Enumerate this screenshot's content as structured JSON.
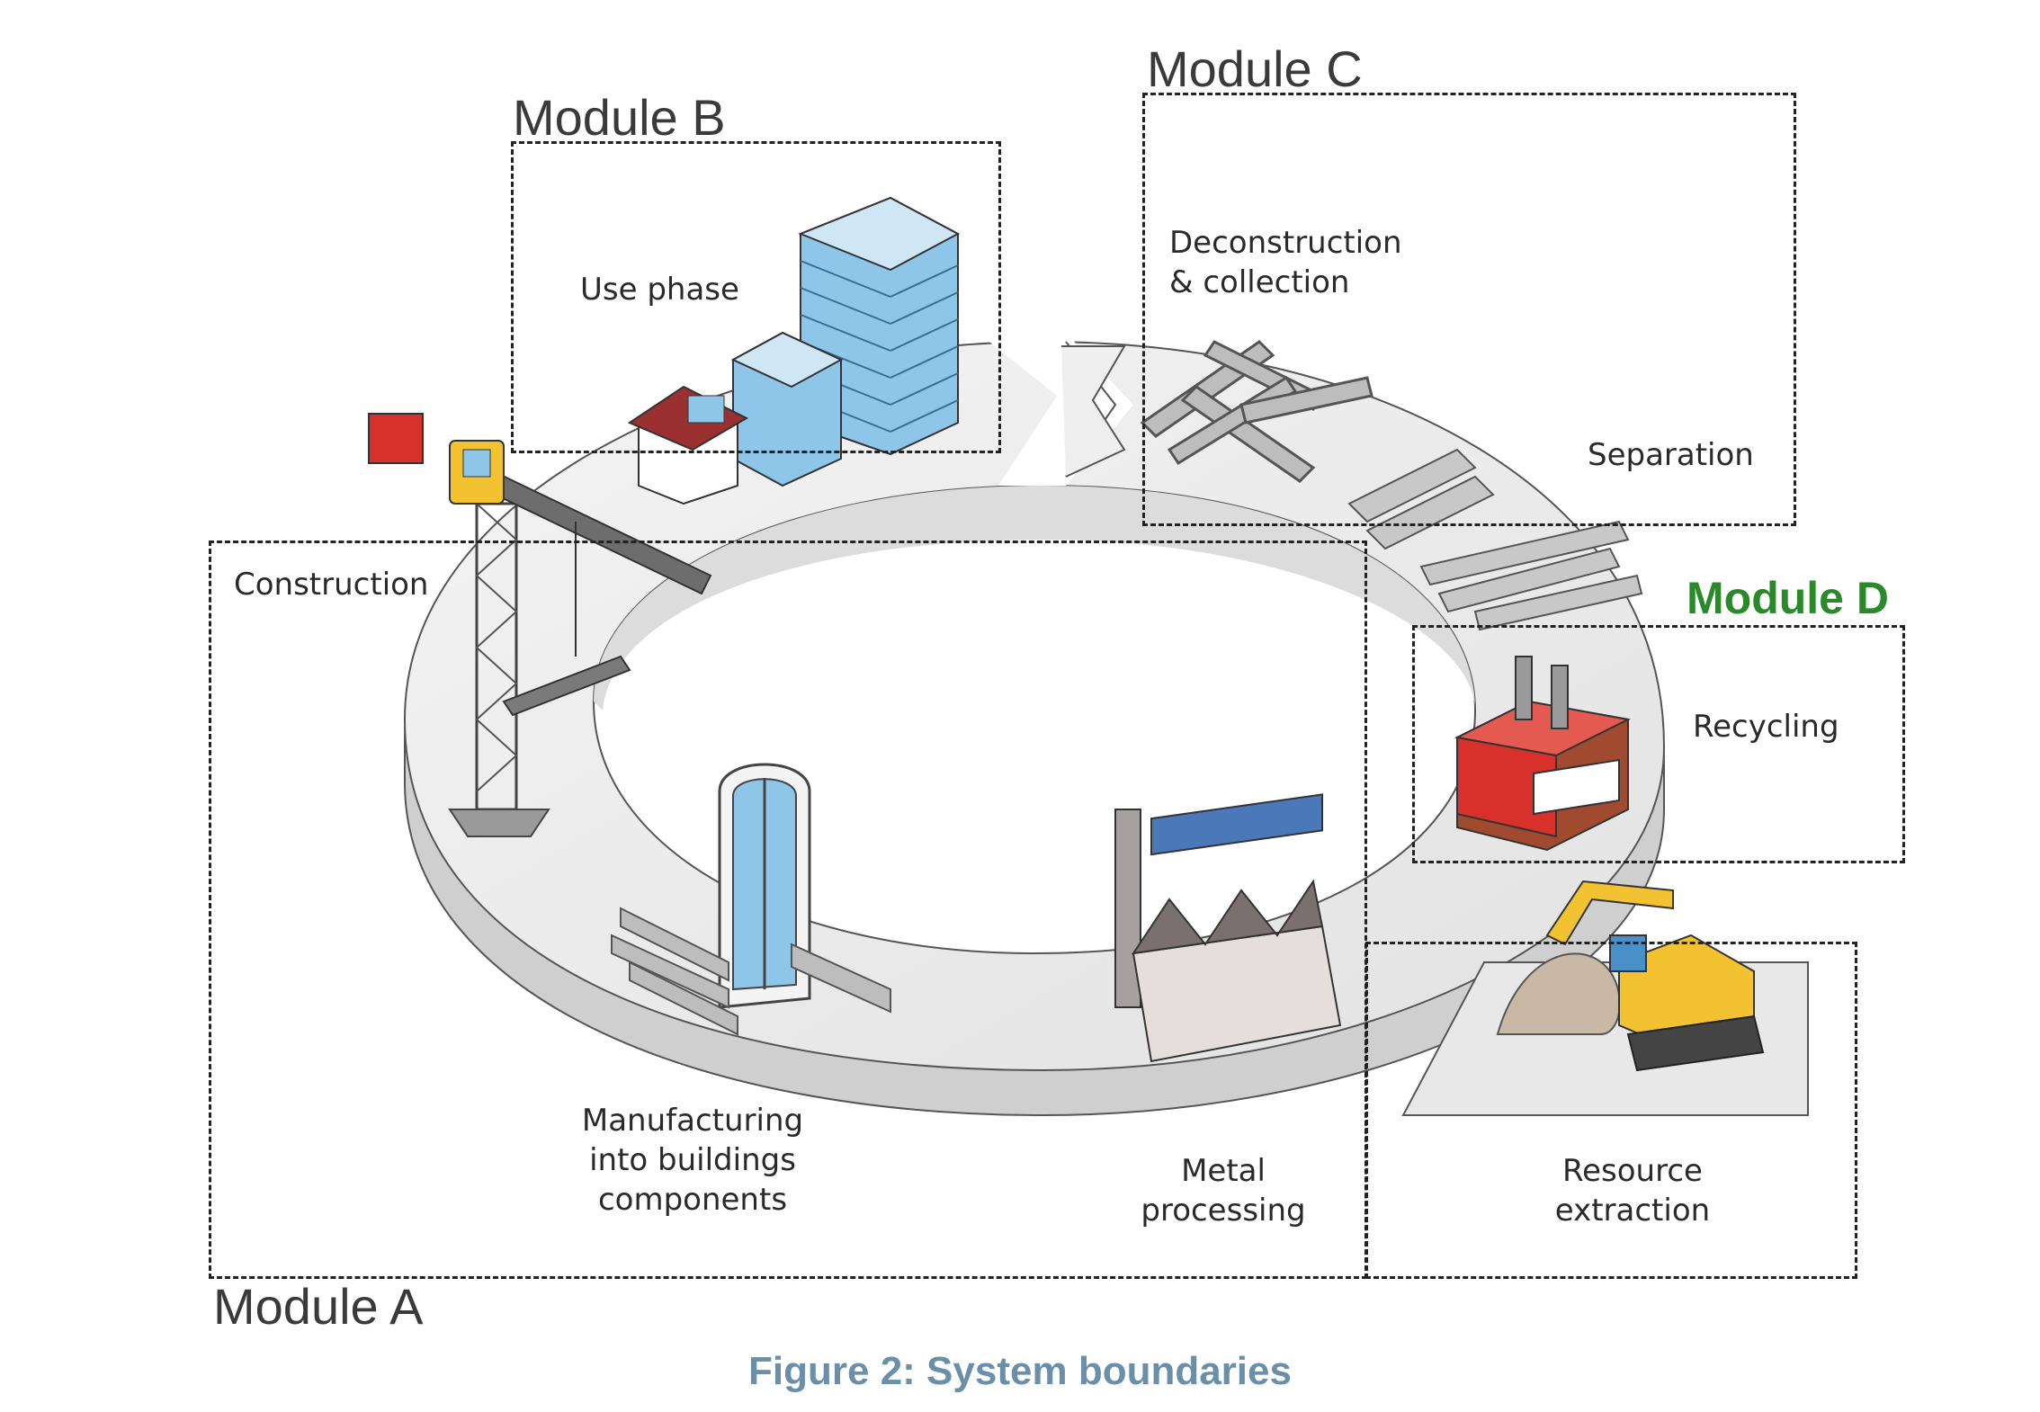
{
  "modules": {
    "a": "Module A",
    "b": "Module B",
    "c": "Module C",
    "d": "Module D"
  },
  "stages": {
    "use_phase": "Use phase",
    "construction": "Construction",
    "deconstruction": "Deconstruction\n& collection",
    "separation": "Separation",
    "recycling": "Recycling",
    "manufacturing": "Manufacturing\ninto buildings\ncomponents",
    "metal_processing": "Metal\nprocessing",
    "resource_extraction": "Resource\nextraction"
  },
  "caption": "Figure 2: System boundaries",
  "colors": {
    "module_d": "#2a8a2a",
    "caption": "#6a8fa8",
    "building_blue": "#8ec6ea",
    "crane_yellow": "#f2c230",
    "furnace_red": "#d8312b"
  }
}
